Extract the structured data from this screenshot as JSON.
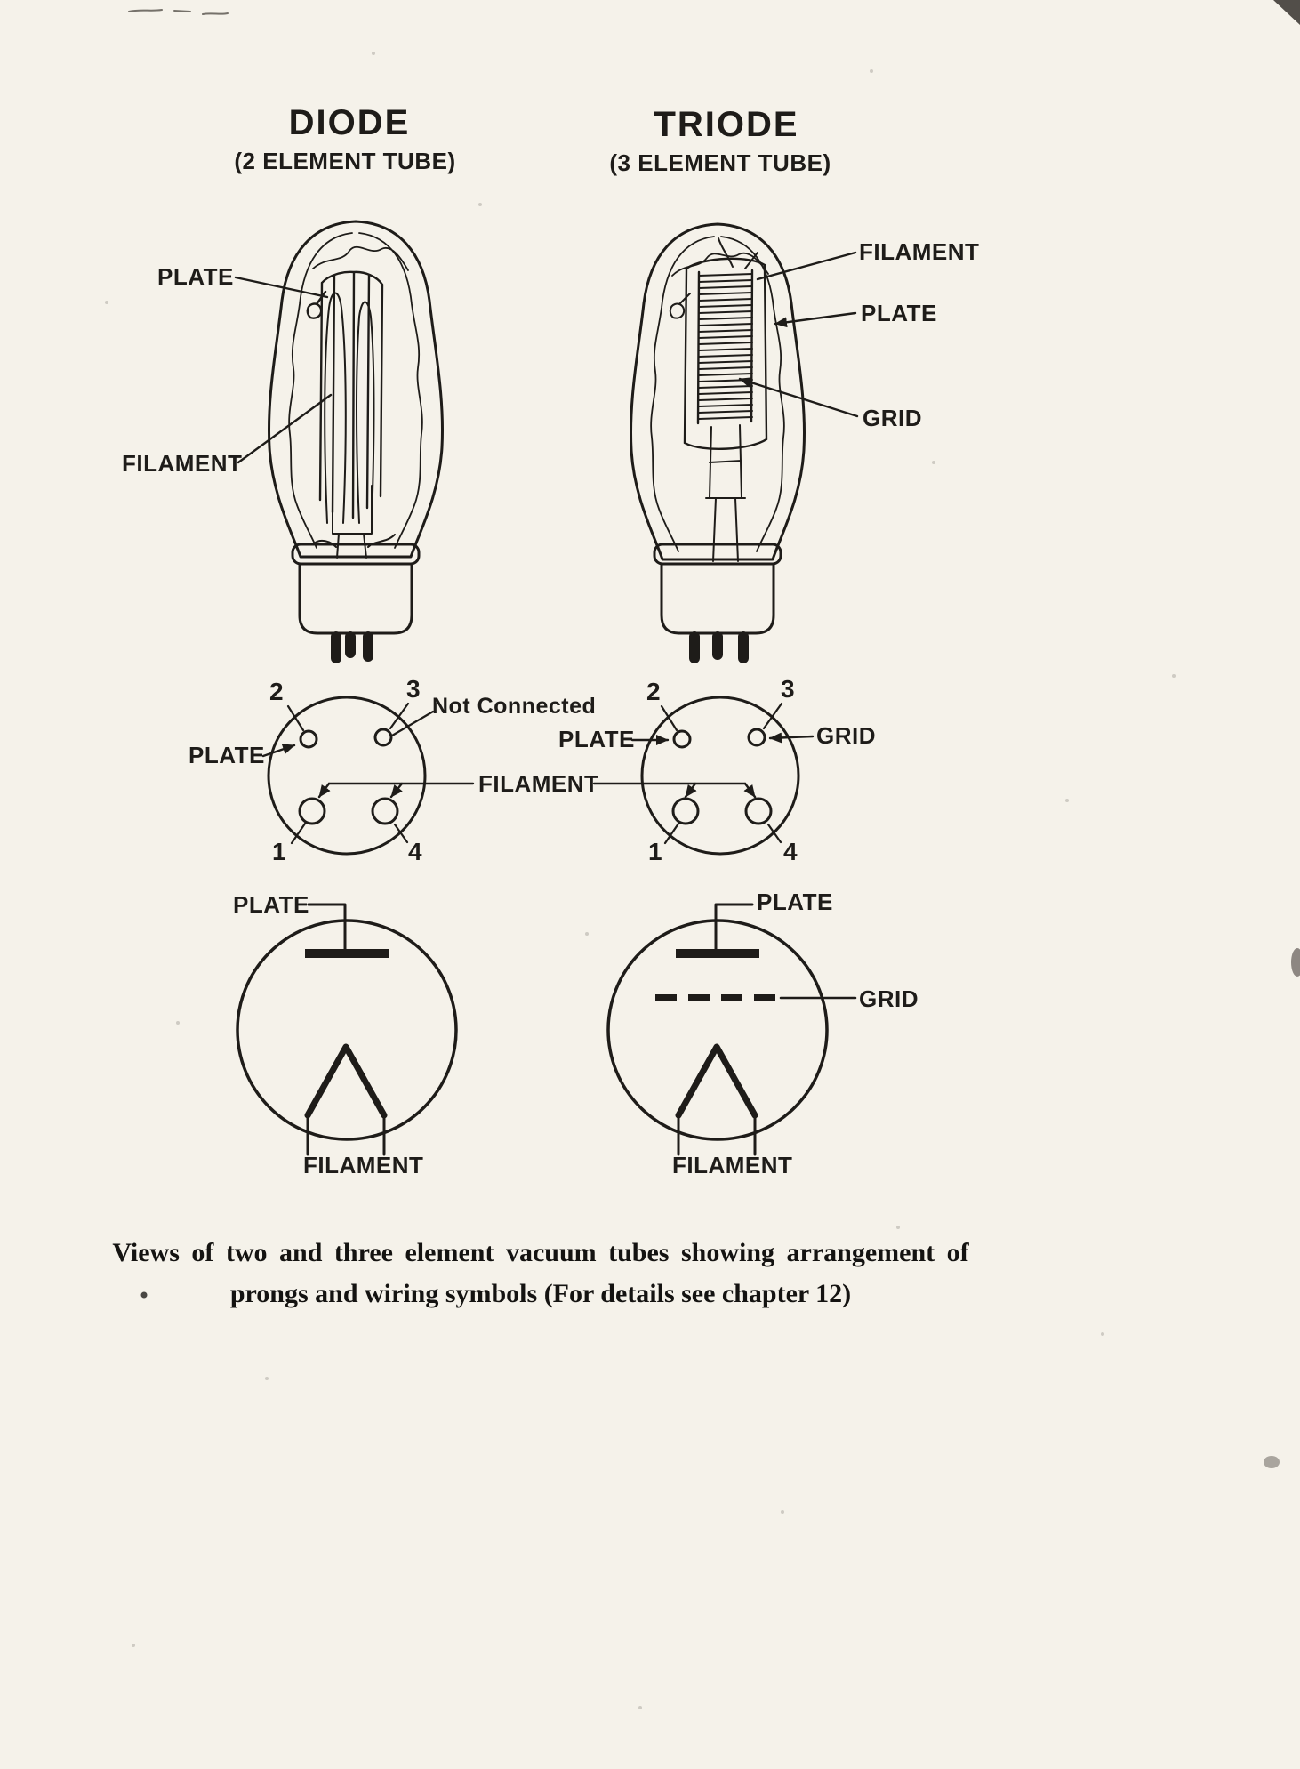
{
  "colors": {
    "paper": "#f5f2ea",
    "ink": "#1e1c19"
  },
  "diode": {
    "title": "DIODE",
    "subtitle": "(2 ELEMENT TUBE)",
    "tube_labels": {
      "plate": "PLATE",
      "filament": "FILAMENT"
    },
    "base": {
      "pin1": "1",
      "pin2": "2",
      "pin3": "3",
      "pin4": "4",
      "plate": "PLATE",
      "not_connected": "Not Connected"
    },
    "symbol": {
      "plate": "PLATE",
      "filament": "FILAMENT"
    }
  },
  "triode": {
    "title": "TRIODE",
    "subtitle": "(3 ELEMENT TUBE)",
    "tube_labels": {
      "filament": "FILAMENT",
      "plate": "PLATE",
      "grid": "GRID"
    },
    "base": {
      "pin1": "1",
      "pin2": "2",
      "pin3": "3",
      "pin4": "4",
      "plate": "PLATE",
      "grid": "GRID"
    },
    "symbol": {
      "plate": "PLATE",
      "grid": "GRID",
      "filament": "FILAMENT"
    }
  },
  "shared": {
    "filament": "FILAMENT"
  },
  "caption": {
    "line1": "Views of two and three element vacuum tubes showing arrangement of",
    "line2": "prongs and wiring symbols (For details see chapter 12)"
  }
}
